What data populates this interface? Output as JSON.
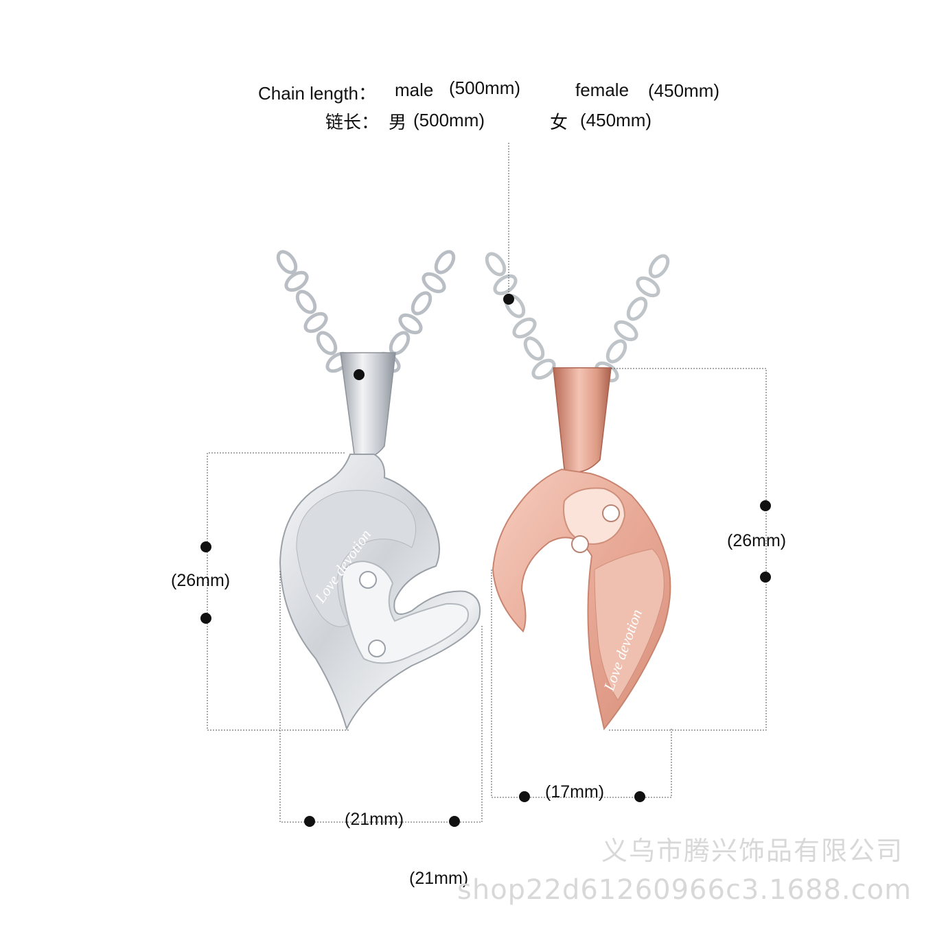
{
  "spec": {
    "line1_label": "Chain length：",
    "male_label": "male",
    "male_value": "(500mm)",
    "female_label": "female",
    "female_value": "(450mm)",
    "line2_label": "链长：",
    "male_cn": "男",
    "male_cn_value": "(500mm)",
    "female_cn": "女",
    "female_cn_value": "(450mm)"
  },
  "dimensions": {
    "silver_height": "(26mm)",
    "silver_width": "(21mm)",
    "rose_height": "(26mm)",
    "rose_width": "(17mm)",
    "extra_width": "(21mm)"
  },
  "engraving": {
    "silver": "Love devotion",
    "rose": "Love devotion"
  },
  "watermark": {
    "company": "义乌市腾兴饰品有限公司",
    "url": "shop22d61260966c3.1688.com"
  },
  "colors": {
    "silver": "#cfd2d6",
    "rose_gold": "#e8a996",
    "dimension_line": "#555555",
    "dot": "#111111"
  }
}
